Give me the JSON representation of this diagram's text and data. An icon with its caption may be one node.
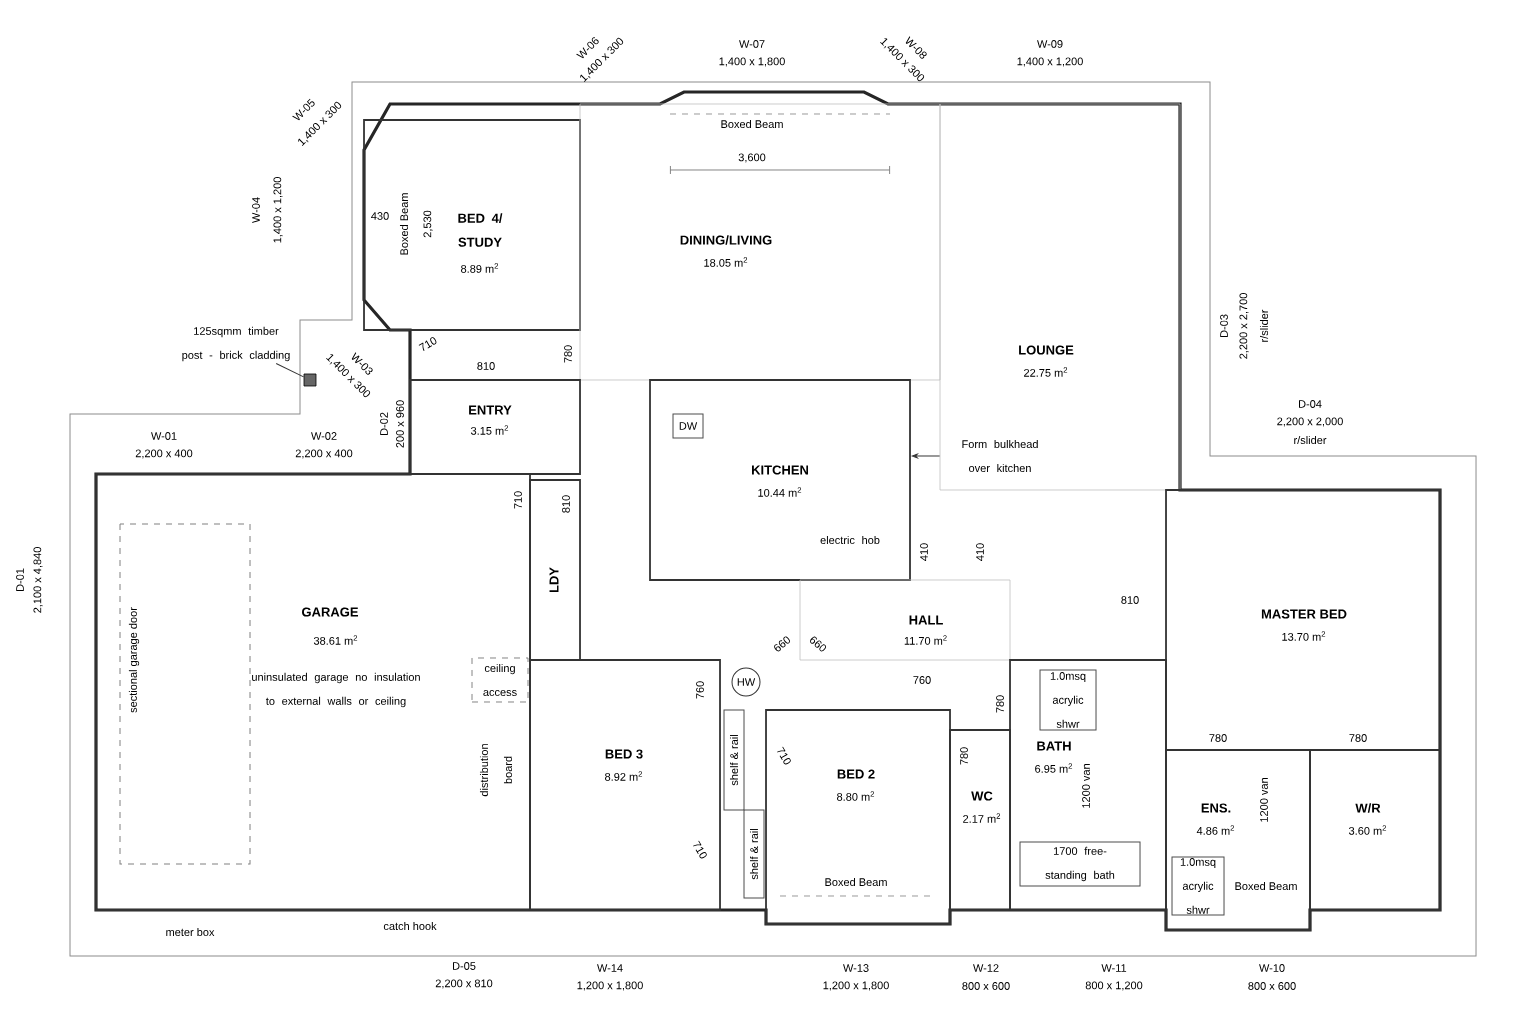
{
  "diagram": {
    "nodes": [
      {
        "text": [
          "BED 4/ STUDY",
          "8.89 m$^{2}$"
        ]
      },
      {
        "text": [
          "DINING/LIVING",
          "18.05 m$^{2}$"
        ]
      },
      {
        "text": [
          "LOUNGE",
          "22.75 m$^{2}$"
        ]
      },
      {
        "text": [
          "ENTRY",
          "3.15 m$^{2}$"
        ]
      },
      {
        "text": [
          "KITCHEN",
          "10.44 m$^{2}$"
        ]
      },
      {
        "text": [
          "GARAGE",
          "38.61 m$^{2}$"
        ]
      },
      {
        "text": [
          "LDY"
        ]
      },
      {
        "text": [
          "HALL",
          "11.70 m$^{2}$"
        ]
      },
      {
        "text": [
          "MASTER BED",
          "13.70 m$^{2}$"
        ]
      },
      {
        "text": [
          "BED 3",
          "8.92 m$^{2}$"
        ]
      },
      {
        "text": [
          "BED 2",
          "8.80 m$^{2}$"
        ]
      },
      {
        "text": [
          "WC",
          "2.17 m$^{2}$"
        ]
      },
      {
        "text": [
          "BATH",
          "6.95 m$^{2}$"
        ]
      },
      {
        "text": [
          "ENS.",
          "4.86 m$^{2}$"
        ]
      },
      {
        "text": [
          "W/R",
          "3.60 m$^{2}$"
        ]
      },
      {
        "text": [
          "125sqmm timber post - brick cladding"
        ]
      },
      {
        "text": [],
        "shape": "box"
      },
      {
        "text": [
          "Form bulkhead over kitchen"
        ],
        "in": 2
      },
      {
        "text": [
          "HW"
        ]
      },
      {
        "text": [
          "DW"
        ],
        "in": 4
      },
      {
        "text": [
          "1.0msq acrylic shwr"
        ],
        "in": 12
      },
      {
        "text": [
          "1700 free-standing bath"
        ],
        "in": 12
      },
      {
        "text": [
          "1.0msq acrylic shwr"
        ],
        "in": 13
      },
      {
        "text": [
          "shelf & rail"
        ]
      },
      {
        "text": [
          "shelf & rail"
        ]
      },
      {
        "text": [
          "ceiling access"
        ],
        "in": 5
      }
    ],
    "edges": [
      {
        "from": 15,
        "to": 16,
        "arrow": "none"
      },
      {
        "from": 17,
        "to": 4,
        "arrow": "to"
      }
    ],
    "labels": [
      "W-04",
      "1,400 x 1,200",
      "W-05",
      "1,400 x 300",
      "W-03",
      "1,400 x 300",
      "W-06",
      "1,400 x 300",
      "W-07",
      "1,400 x 1,800",
      "W-08",
      "1,400 x 300",
      "W-09",
      "1,400 x 1,200",
      "D-03",
      "2,200 x 2,700",
      "r/slider",
      "D-04",
      "2,200 x 2,000",
      "r/slider",
      "W-01",
      "2,200 x 400",
      "W-02",
      "2,200 x 400",
      "D-02",
      "200 x 960",
      "D-01",
      "2,100 x 4,840",
      "D-05",
      "2,200 x 810",
      "W-14",
      "1,200 x 1,800",
      "W-13",
      "1,200 x 1,800",
      "W-12",
      "800 x 600",
      "W-11",
      "800 x 1,200",
      "W-10",
      "800 x 600",
      "Boxed Beam",
      "Boxed Beam",
      "3,600",
      "430",
      "2,530",
      "710",
      "810",
      "780",
      "710",
      "810",
      "410",
      "410",
      "810",
      "760",
      "660",
      "660",
      "760",
      "710",
      "710",
      "780",
      "780",
      "780",
      "780",
      "1200 van",
      "1200 van",
      "uninsulated garage no insulation to external walls or ceiling",
      "sectional garage door",
      "distribution board",
      "meter box",
      "catch hook",
      "electric hob",
      "Boxed Beam",
      "Boxed Beam"
    ]
  }
}
